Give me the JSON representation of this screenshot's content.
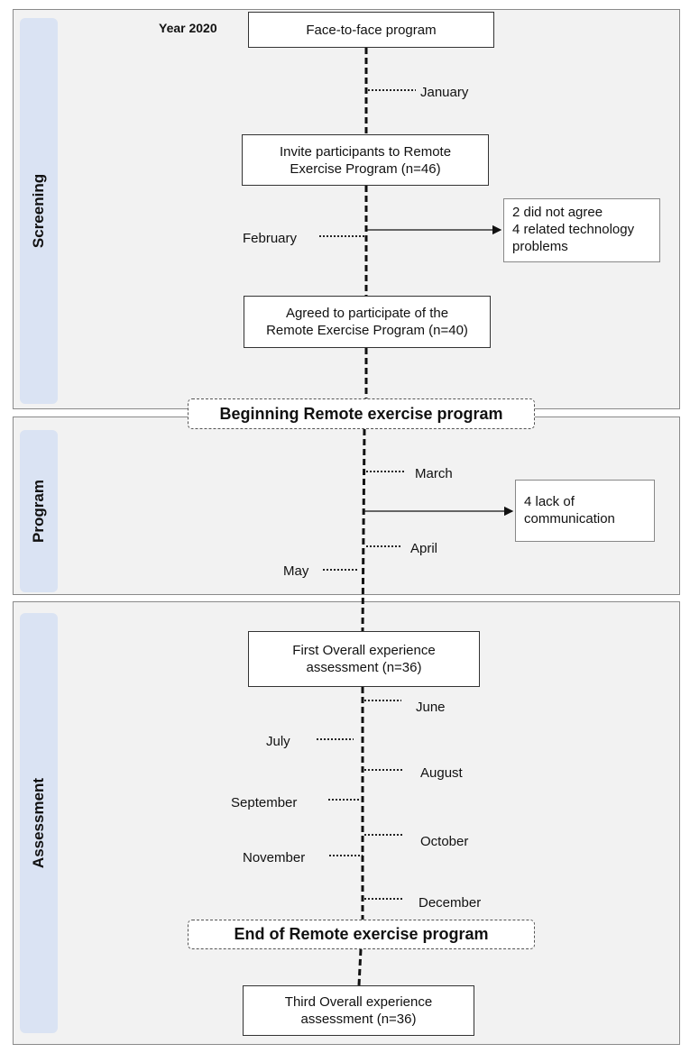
{
  "year_label": "Year 2020",
  "phases": [
    {
      "label": "Screening"
    },
    {
      "label": "Program"
    },
    {
      "label": "Assessment"
    }
  ],
  "steps": {
    "face_to_face": "Face-to-face program",
    "invite": [
      "Invite  participants to Remote",
      "Exercise Program  (n=46)"
    ],
    "agreed": [
      "Agreed to participate of the",
      "Remote Exercise Program (n=40)"
    ],
    "first_assessment": [
      "First Overall experience",
      "assessment (n=36)"
    ],
    "third_assessment": [
      "Third Overall experience",
      "assessment (n=36)"
    ]
  },
  "exclusions": {
    "screening": [
      "2 did not agree",
      "4 related technology",
      "problems"
    ],
    "program": [
      "4 lack of",
      "communication"
    ]
  },
  "banners": {
    "beginning": "Beginning  Remote exercise program",
    "end": "End of Remote exercise program"
  },
  "months": {
    "january": "January",
    "february": "February",
    "march": "March",
    "april": "April",
    "may": "May",
    "june": "June",
    "july": "July",
    "august": "August",
    "september": "September",
    "october": "October",
    "november": "November",
    "december": "December"
  },
  "colors": {
    "panel_bg": "#f2f2f2",
    "side_tab": "#dae3f3",
    "line": "#111111"
  }
}
